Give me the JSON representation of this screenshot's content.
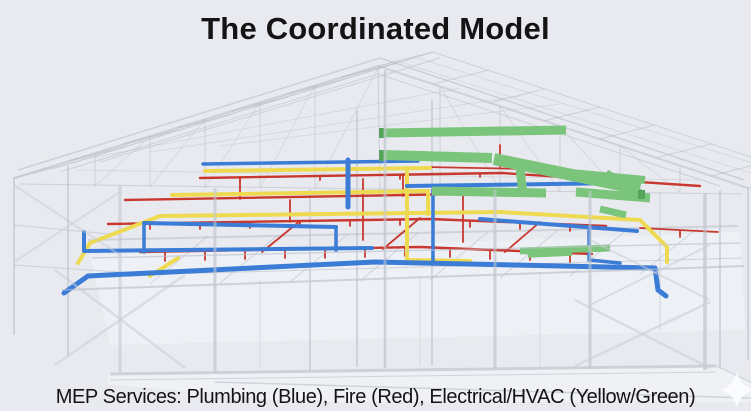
{
  "slide": {
    "title": "The Coordinated Model",
    "caption": "MEP Services: Plumbing (Blue), Fire (Red), Electrical/HVAC (Yellow/Green)"
  },
  "legend": {
    "services": [
      {
        "name": "Plumbing",
        "color_label": "Blue",
        "hex": "#3b7cd6"
      },
      {
        "name": "Fire",
        "color_label": "Red",
        "hex": "#c8382f"
      },
      {
        "name": "Electrical/HVAC",
        "color_label": "Yellow/Green",
        "hex": "#eeda50"
      }
    ]
  },
  "icons": {
    "sparkle": "four-pointed-star-sparkle"
  },
  "colors": {
    "bg": "#e8eaef",
    "steel": "#b6bac6",
    "steel2": "#c9ccd6",
    "slab": "#eff1f5",
    "floor": "#f0f2f6",
    "blue": "#3b7cd6",
    "red": "#c8382f",
    "yellow": "#eeda50",
    "green": "#7bc47b",
    "green_dark": "#54a45c",
    "sparkle": "#fbfcfe",
    "text": "#141414"
  }
}
